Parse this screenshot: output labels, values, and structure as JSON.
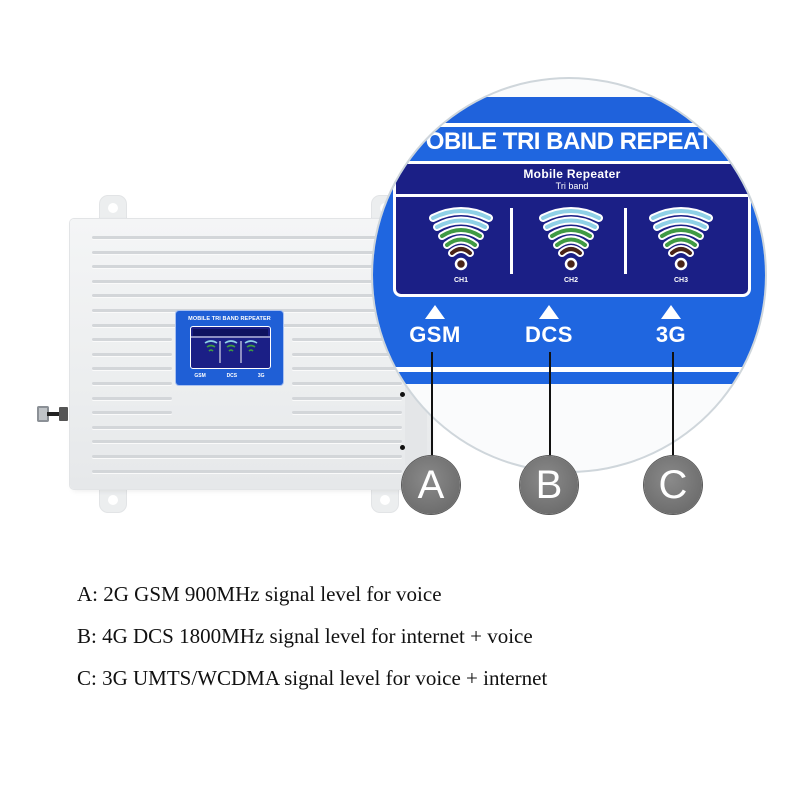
{
  "device": {
    "label_title": "MOBILE TRI BAND REPEATER",
    "bands": [
      "GSM",
      "DCS",
      "3G"
    ]
  },
  "zoom_panel": {
    "title": "OBILE TRI BAND REPEAT",
    "panel_heading": "Mobile Repeater",
    "panel_subheading": "Tri band",
    "channels": [
      {
        "label": "CH1",
        "icon": "signal-strength-icon"
      },
      {
        "label": "CH2",
        "icon": "signal-strength-icon"
      },
      {
        "label": "CH3",
        "icon": "signal-strength-icon"
      }
    ],
    "bands": [
      {
        "name": "GSM",
        "marker": "A"
      },
      {
        "name": "DCS",
        "marker": "B"
      },
      {
        "name": "3G",
        "marker": "C"
      }
    ],
    "colors": {
      "label_blue": "#1f66e0",
      "panel_navy": "#1b1f86",
      "signal_outer": "#8fd0e6",
      "signal_mid": "#3f9a43",
      "signal_inner": "#4a2418",
      "badge_gray": "#767676"
    }
  },
  "markers": [
    "A",
    "B",
    "C"
  ],
  "legend": [
    {
      "marker": "A",
      "text": "A: 2G GSM 900MHz signal level for voice"
    },
    {
      "marker": "B",
      "text": "B: 4G DCS 1800MHz signal level for internet + voice"
    },
    {
      "marker": "C",
      "text": "C: 3G UMTS/WCDMA signal level for voice + internet"
    }
  ]
}
